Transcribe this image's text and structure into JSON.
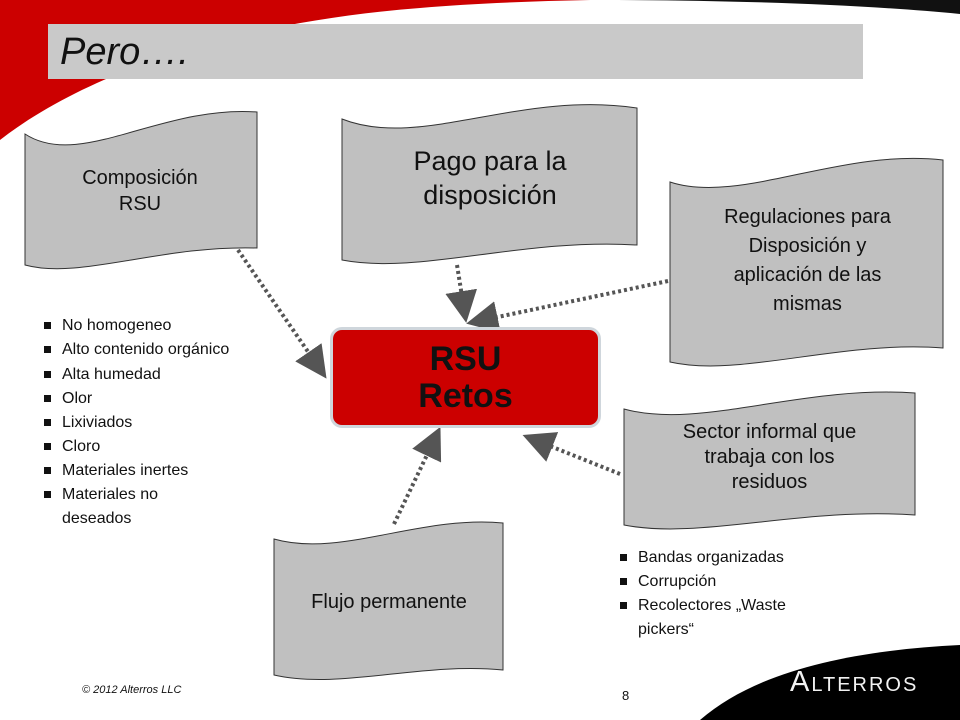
{
  "slide": {
    "title": "Pero…."
  },
  "center": {
    "line1": "RSU",
    "line2": "Retos"
  },
  "banners": {
    "composicion": [
      "Composición",
      "RSU"
    ],
    "pago": [
      "Pago para la",
      "disposición"
    ],
    "regulaciones": [
      "Regulaciones para",
      "Disposición y",
      "aplicación de las",
      "mismas"
    ],
    "sector": [
      "Sector informal que",
      "trabaja con los",
      "residuos"
    ],
    "flujo": [
      "Flujo permanente"
    ]
  },
  "lists": {
    "composicion": [
      "No homogeneo",
      "Alto contenido orgánico",
      "Alta humedad",
      "Olor",
      "Lixiviados",
      "Cloro",
      "Materiales inertes",
      "Materiales no deseados"
    ],
    "sector": [
      "Bandas organizadas",
      "Corrupción",
      "Recolectores „Waste pickers“"
    ]
  },
  "footer": {
    "copyright": "© 2012 Alterros LLC",
    "page": "8",
    "logo": "Alterros"
  },
  "colors": {
    "accent": "#cc0000",
    "banner_fill": "#c0c0c0",
    "title_bar": "#c9c9c9",
    "footer": "#000000"
  }
}
